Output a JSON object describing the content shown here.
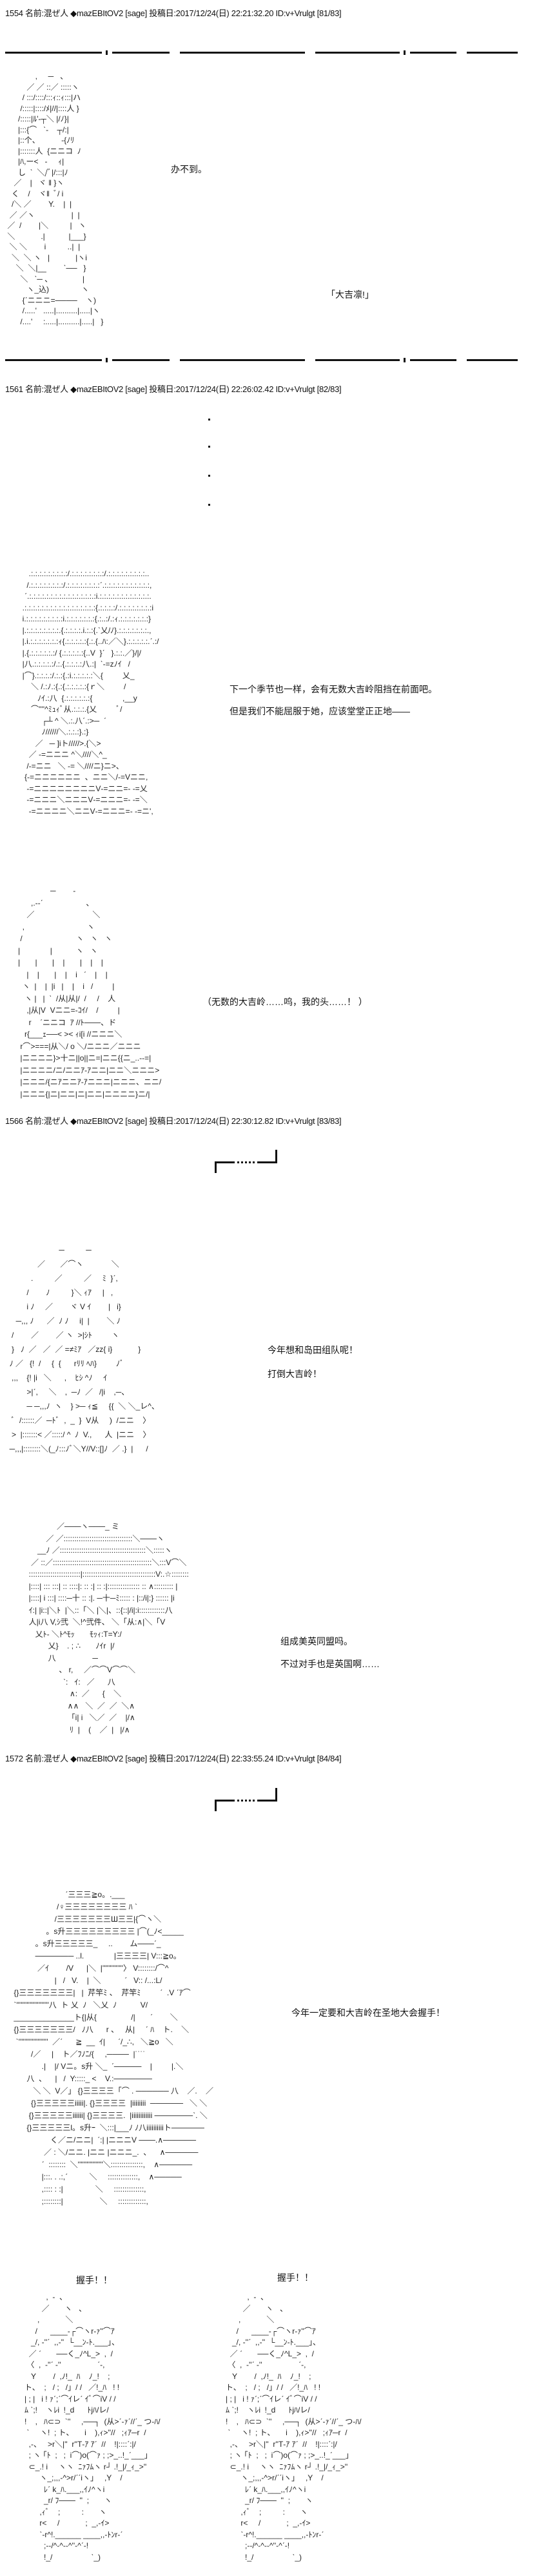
{
  "posts": [
    {
      "header": "1554 名前:混ぜ人 ◆mazEBItOV2 [sage] 投稿日:2017/12/24(日) 22:21:32.20 ID:v+Vrulgt [81/83]",
      "lines": [
        "办不到。",
        "「大吉凛!」"
      ],
      "art": [
        "              ,     ─   、",
        "          ／ ／ ::／ :::::ヽ",
        "        / :::/::::/:::ｨ::ｨ:::|ハ",
        "       /:::::|::::/ﾒ|//|::::人 }",
        "      /:::::|ﾙ'-┬＼ |/ﾉ}|",
        "      |:::{⌒   ˋ‐    ┬/:|",
        "      |::个、          ‐{ﾉﾘ",
        "      |:::::::人  {ニニコ  ﾉ",
        "      |ﾊ,ー<   ‐     ｨ|",
        "      し  ˋ  ＼/ﾞ|/:::|ﾉ",
        "    ／    |   ヾ ‖ }ヽ",
        "   く    /    ヾ‖  ﾞ/ i",
        "   /＼ ／        Y.    |  |",
        "  ／ ／ヽ                 |  |",
        " ／  /        |＼          |   ヽ",
        " ＼            .|           |___}",
        "  ＼ ＼        i          ..|  |",
        "   ＼  ＼ ヽ   |            |ヽi",
        "     ＼  ＼|__        ˋ──   }",
        "       ＼   ˋ─ 、              |",
        "          ヽ_込)               ヽ",
        "        {ˊニニニ=────    ヽ)",
        "        /.....'   .....|..........|.....|ヽ",
        "       /....'     :.....|..........|.....|   }"
      ]
    },
    {
      "header": "1561 名前:混ぜ人 ◆mazEBItOV2 [sage] 投稿日:2017/12/24(日) 22:26:02.42 ID:v+Vrulgt [82/83]",
      "lines": [
        "下一个季节也一样，会有无数大吉岭阻挡在前面吧。",
        "但是我们不能屈服于她，应该堂堂正正地——",
        "（无数的大吉岭……呜，我的头……！ ）"
      ],
      "art_a": [
        "           .:.:.:.:.:.:.:.:.:/.:.:.:.:.:.:.:.:/.:.:.:.:.:.:.:.:.:..",
        "          /.:.:.:.:.:.:.:.:/.:.:.:.:.:.:.:.:ˊ.:.:.:.:.:.:.:.:.:.:.:,",
        "         ˊ.:.:.:.:.:.:.:.:.:.:.:.:.:.:.:.:i.:.:.:.:.:.:.:.:.:.:.:.:.",
        "        .:.:.:.:.:.:.:.:.:.:.:.:.:.:.:.:.:{.:.:.:.:/.:.:.:.:.:.:.:.:i",
        "        i.:.:.:.:.:.:.:.:.:i.:.:.:.:.:.:.:{.:..:/.:ｨ.:.:.:.:.:.:.:}",
        "        |.:.:.:.:.:.:.:.:.{.:.:.:.:.i.:.:{.ˋ乂/ﾉ}.:.:.:.:.:.:.:.,",
        "        |.i.:.:.:.:.:.:.:ｨ{.:.:.:.:.:{.:.{..ﾊ:／＼}.:.:.:.:.:.ˊ.:/",
        "        |.{.:.:.:.:.:.:/ {.:.:.:.:.:{..V  }ˊ   }.:.:.／}/|/",
        "        |八.:.:.:.:.:/.:.{.:.:.:.:八.:|  ˋ‐=zﾉｲ   /",
        "        |⌒}.:.:.:.:/.:.:{.:i.:.:.:.:.:＼{         乂_",
        "            ＼ /.:ﾉ.:{.:{.:.:.:.:.:{ｒ＼         /",
        "               ﾉｲ.:八  {.:.:.:.:.:.:{              ,__y",
        "            ⌒''''^ﾐｭｨﾞ从.:.:.:.{乂         ﾞ/",
        "                 ┌┴ ^ ＼.:.八ˊ.:>─  ˊ",
        "                 ﾉ//////＼.:.:.:}.:}",
        "              ／   ─ ]iト/////>.{＼>",
        "           ／ ‐=ニニニ ^＼////＼^_",
        "          /‐=ニニ   ＼ ‐= ＼////ニ}ニ>、",
        "         {‐=ニニニニニニ  、ニニ＼/‐=Vニニ,",
        "          ‐=ニニニニニニニニV‐=ニニ=‐ ‐=乂",
        "          ‐=ニニニ＼ニニニV‐=ニニニ=‐ ‐=＼",
        "           ‐=ニニニニ＼ニニV‐=ニニニ=‐ ‐=ニ',"
      ],
      "art_b": [
        "                     ─        -",
        "            ,.-‐ˊ                    、",
        "          ／                           ＼",
        "        ,                             ヽ",
        "       /                         ヽ   ヽ   ヽ",
        "      |              |           ヽ   ヽ",
        "      |       |       |    |       |    |    |",
        "          |    |       |    |    i   ˊ    |    |",
        "        ヽ  |    |  |i   |    |    i   /         |",
        "         ヽ |   |  ˋ  /从|从|/  /     /    人",
        "          ,|从|V  Vニニ=‐ｺｲ/    /         |",
        "           r    ˊニニコ  ｱ //ﾄ───、ド",
        "         r{___ｪ──< >< ｨi[i //ニニニ＼",
        "       r⌒>===|从＼/ o ＼/ニニニ／ニニニ",
        "       |ニニニニ}>十ニ||o||ニ=|ニニ{{ニ_..‐‐=|",
        "       |ニニニニ/ニ/ニニｱ‐ｱニニ|ニニ＼ニニニ>",
        "       |ニニニ/{ニｱニニｱ‐ｱニニニ|ニニニ、ニニ/",
        "       |ニニニ{|ニ|ニニ|ニ|ニニ|ニニニニ}ニ/|"
      ]
    },
    {
      "header": "1566 名前:混ぜ人 ◆mazEBItOV2 [sage] 投稿日:2017/12/24(日) 22:30:12.82 ID:v+Vrulgt [83/83]",
      "lines": [
        "今年想和岛田组队呢！",
        "打倒大吉岭！",
        "组成美英同盟吗。",
        "不过对手也是英国啊……"
      ],
      "art_a": [
        "                         ─          ─",
        "               ／       ／⌒ヽ             ＼",
        "            .          ／          ／     ﾐ  }ˊ,",
        "          /        ﾉ          }＼ ｨｱ     |   ,",
        "          i ﾉ     ／        ヾ V ｲ        |   i}",
        "     ─,,, ﾉ      ／  ﾉ ﾉ     i|  |        ＼ ﾉ",
        "   /        ／        ／ ヽ  >|ｼﾄ         ヽ",
        "   }   ﾉ  ／   ／  ／ =≠ﾐｱ   ／zz{ i}            }",
        "  ﾉ ／   {!  /     {  {      rﾘﾘ ﾍﾊ}         ﾉﾞ",
        "   ,,,    {! |i   ＼      ,    ﾋｼ ^ﾉ     ｲ",
        "          >|ˊ,     ＼    ,  ─ﾉ  ／   /|i    ,─、",
        "          ─ ─,,,ﾉ  ヽ    } >─ ｨ≦     {{  ＼ ＼_レ^、",
        "   ﾞ  /::::::／  ─ﾄﾞ  ,  _  }  V从     )  /ニニ    〉",
        "   >  |:::::::< ／:::::/ ^  ﾉ  V.,      人  |ニニ    〉",
        "  ─,,,|::::::::＼(_ﾉ:::ﾉﾞ＼Y//V::[]ﾉ  ／ .}  |      /"
      ],
      "art_b": [
        "                        ／───ヽ───_ ミ",
        "                   ／ ／::::::::::::::::::::::::::::::::＼───ヽ",
        "               __ﾉ ／::::::::::::::::::::::::::::::::::::::::＼:::::ヽ",
        "            ／ ::／::::::::::::::::::::::::::::::::::::::::::::::＼:::V⌒＼",
        "           ::::::::::::::::::::::::|::::::::::::::::::::::::::::::::::V:.☆::::::::",
        "           |::::| ::: :::| :: ::::|: :: :| :: :|::::::::::::::: :: ∧::::::::: |",
        "           |::::| i :::| ::::─十 :: :|. ─十─ﾐ::::: : |::/i|:} :::::: |i",
        "           ｲ:| |i::|＼ﾄ  |＼::「＼ |＼|、::{::|/i|:i::::::::::::八",
        "           人|i八 V,ｼ弐  ＼!^弐件、 ＼「从:∧|＼「V",
        "              乂ﾄ‐ ＼ﾄ^ﾓｯ       ﾓｯｨ:T=Y:/",
        "                    乂}    . ; ∴       ﾉｲr  |/",
        "                    八                 ─",
        "                         、 r,     ／⌒⌒V⌒⌒＼",
        "                           ˋ:   ｲ:   ／      八",
        "                              ∧:  ／      {    ＼",
        "                             ∧∧   ＼  ／  ／  ＼∧",
        "                             「i| i   ＼／  ／    |/∧",
        "                              ﾘ  |    (    ／  |   |/∧"
      ]
    },
    {
      "header": "1572 名前:混ぜ人 ◆mazEBItOV2 [sage] 投稿日:2017/12/24(日) 22:33:55.24 ID:v+Vrulgt [84/84]",
      "lines": [
        "今年一定要和大吉岭在圣地大会握手！",
        "握手！！",
        "握手！！"
      ],
      "art_a": [
        "                            ˊ三三三≧o。.___",
        "                        /♀三三三三三三三三 ﾊ ˋ",
        "                       /三三三三三三三Ш三三|{⌒ヽ＼",
        "                   。s升三三三三三三三三三 |⌒(_ﾉ<_____",
        "              。s升三三三三三_     ..        ム───ˊ_",
        "              ─────── ..l.              |三三三三| V:::≧o。",
        "               ／ｲ        /V      |＼  |''''''''''''''〉 V::::::::/⌒^",
        "                       |   /   V.    |  ＼           ˊ   V:: /...:L/",
        "    {}三三三三三三三|   |  芹竿ﾐ 、  芹竿ﾐ         ˊ  .V ˊｱ⌒",
        "    ˋ''''''''''''''''''''''八  ト 乂  ﾉ   ＼乂  ﾉ           V/",
        "    ______________ト{|从{                /|       ˊ        ＼",
        "    {}三三三三三三三/   ﾉ八      r 、   从|     ˊ ﾊ    ト.    ＼",
        "     ˋ''''''''''''''''''''  ／ˊ      ≧  __  ｲ|      ˊ/_∴,   ＼≧o   ＼",
        "            /／     |    ト／ﾌﾉﾆ/{     ,────  |˙˙˙˙",
        "                 .|    |/ Vニ。s升 ＼_  ˊ─────    |         |.＼",
        "          八  、    |   /  Y:::::_ <    V.:───────",
        "             ＼ ＼  V／」 {}三三三三「⌒ . ────── 八    ／.    ／",
        "            {}三三三三三iiiii|. {}三三三三  |iiiiiiii  ──────   ＼ ＼",
        "           {}三三三三三iiiiii| {}三三三三.  |iiiiiiiiiiii ───────ˋ. ＼",
        "          {}三三三三三l。s升ｰ  ＼:::|___ﾉ ﾉ八iiiiiiiiiiト──────",
        "                     く／ニ/ニニ|  ˊ:| |ニニニV ───.∧──────",
        "                  ／ : ＼/ニニ. |ニニ |ニニニ_.  、    ∧──────",
        "                 ˊ  ::::::::  ＼'''''''''''''''''＼:::::::::::::::,    ∧──────",
        "                 |:::. . .:,ˊ          ＼     ::::::::::::::,    ∧─────",
        "                 ,:::: : :|               ＼     ::::::::::::::,",
        "                 ;::::::::|                 ＼     :::::::::::::,"
      ],
      "art_b": [
        "             ,  -  、",
        "           ／       ヽ   、",
        "         ,            ＼",
        "        /      ____‐┌⌒ヽr‐ｧ''⌒ｱ",
        "      _/, ‐''ˊ  ,,‐''  └__ﾝ‐ﾄ.___」、",
        "     ／ ˊ       ──く_ﾉ^L_>  ,  /",
        "    〈  ,  ‐''ˊ ‐''                 ˊ‐,",
        "      Y        /  ,ﾉ!_  ﾊ    ﾉ_!    ;",
        "   ト、  ;   / ;   /」/ /   ／!_ﾊ   ! !",
        "   | ; |   i ! ｧˊ;ˊ⌒ｲレˊ ｲﾞ⌒iV / /",
        "   ﾑ ˋ;!    ヽﾚi  !_d      ﾄjﾊ/レ/",
        "   !    ,   ﾊ⊂⊃  ˋ''     ,──┐  (从>ˊ‐ｧˊ//ˊ_ つ‐ﾊ/",
        "    ˋ     ヽ!  ; ト、     i    ),ｨ>''//   ;ｨｱ─r  /",
        "     ,‐、   >r＼|''  r''T‐ｱ ｱˊ  //    !|::::ˊ:|/",
        "     ; ヽ ｢ﾄ  ;   ;  i⌒)o(⌒ｧ ; ;>_..!_ˊ___」",
        "     ⊂_.! i     ヽヽ  ﾆｧﾌﾑヽ r┘ .!_|/_ｨ_>''",
        "          ヽ_;,,,‐^>r/ˊˊiヽ」   ,Y    /",
        "            ﾚˊ k_ﾊ.___,,ｲﾉ^ヽi",
        "            _r/ ﾌ───  ''  ;       ヽ",
        "          ,ｨﾞ    ;          :       ヽ",
        "          r<     /            ;  _,‐ｲ>",
        "          ˋ‐r^!.______ ____,,‐ﾄﾝr‐ˊ",
        "            ;‐‐/^‐^‐‐^''‐^ˊ‐!",
        "            !_/                  ˋ_)"
      ]
    }
  ]
}
